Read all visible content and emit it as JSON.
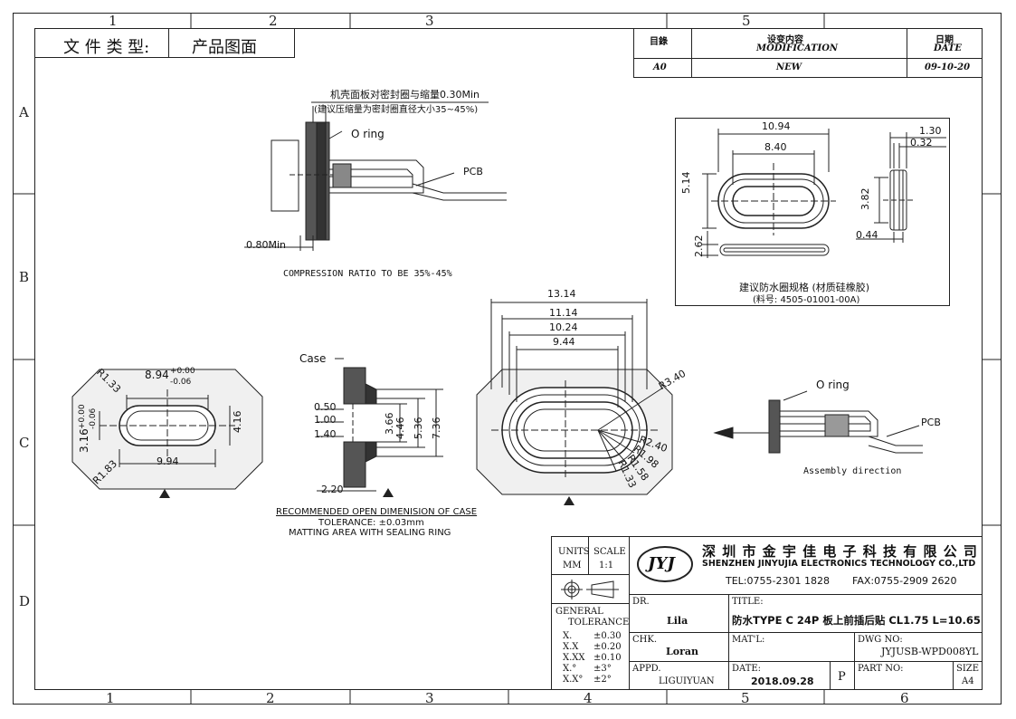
{
  "header": {
    "doc_type_label": "文 件 类 型:",
    "doc_type_value": "产品图面"
  },
  "revision": {
    "col_rev": "目錄",
    "col_mod": "设变内容",
    "col_mod_en": "MODIFICATION",
    "col_date": "日期",
    "col_date_en": "DATE",
    "rev": "A0",
    "mod": "NEW",
    "date": "09-10-20"
  },
  "zones": {
    "cols": [
      "1",
      "2",
      "3",
      "4",
      "5",
      "6"
    ],
    "rows": [
      "A",
      "B",
      "C",
      "D"
    ]
  },
  "notes": {
    "panel_note": "机壳面板对密封圈与缩量0.30Min",
    "panel_note2": "(建议压缩量为密封圈直径大小35~45%)",
    "oring": "O ring",
    "pcb": "PCB",
    "min080": "0.80Min",
    "compression": "COMPRESSION RATIO TO BE 35%-45%",
    "seal_spec": "建议防水圈规格 (材质硅橡胶)",
    "seal_part": "(料号: 4505-01001-00A)",
    "case": "Case",
    "recommended": "RECOMMENDED OPEN DIMENISION OF CASE",
    "tolerance": "TOLERANCE: ±0.03mm",
    "matting": "MATTING AREA WITH SEALING RING",
    "assembly": "Assembly direction",
    "oring2": "O ring",
    "pcb2": "PCB"
  },
  "dims": {
    "ring_w1": "10.94",
    "ring_w2": "8.40",
    "ring_h1": "5.14",
    "ring_h2": "2.62",
    "ring_s1": "1.30",
    "ring_s2": "0.32",
    "ring_s3": "3.82",
    "ring_s4": "0.44",
    "case_w": "8.94",
    "case_w_tol_up": "+0.00",
    "case_w_tol_dn": "-0.06",
    "case_h": "3.16",
    "case_h_tol_up": "+0.00",
    "case_h_tol_dn": "-0.06",
    "case_r1": "R1.33",
    "case_r2": "R1.83",
    "case_w2": "9.94",
    "case_h2": "4.16",
    "sec_050": "0.50",
    "sec_100": "1.00",
    "sec_140": "1.40",
    "sec_366": "3.66",
    "sec_446": "4.46",
    "sec_536": "5.36",
    "sec_736": "7.36",
    "sec_220": "2.20",
    "big_1314": "13.14",
    "big_1114": "11.14",
    "big_1024": "10.24",
    "big_944": "9.44",
    "big_r340": "R3.40",
    "big_r240": "R2.40",
    "big_r198": "R1.98",
    "big_r158": "R1.58",
    "big_r133": "R1.33"
  },
  "titleblock": {
    "units_label": "UNITS",
    "units_value": "MM",
    "scale_label": "SCALE",
    "scale_value": "1:1",
    "logo": "JYJ",
    "company_cn": "深 圳 市 金 宇 佳 电 子 科 技 有 限 公 司",
    "company_en": "SHENZHEN JINYUJIA ELECTRONICS TECHNOLOGY CO.,LTD",
    "tel": "TEL:0755-2301 1828",
    "fax": "FAX:0755-2909 2620",
    "dr_label": "DR.",
    "dr_value": "Lila",
    "title_label": "TITLE:",
    "title_value": "防水TYPE C 24P 板上前插后贴 CL1.75 L=10.65",
    "general_tol": "GENERAL",
    "tolerance_label": "TOLERANCE",
    "tol_rows": [
      {
        "k": "X.",
        "v": "±0.30"
      },
      {
        "k": "X.X",
        "v": "±0.20"
      },
      {
        "k": "X.XX",
        "v": "±0.10"
      },
      {
        "k": "X.°",
        "v": "±3°"
      },
      {
        "k": "X.X°",
        "v": "±2°"
      }
    ],
    "chk_label": "CHK.",
    "chk_value": "Loran",
    "matl_label": "MAT'L:",
    "dwg_label": "DWG NO:",
    "dwg_value": "JYJUSB-WPD008YL",
    "appd_label": "APPD.",
    "appd_value": "LIGUIYUAN",
    "date_label": "DATE:",
    "date_value": "2018.09.28",
    "p_label": "P",
    "part_label": "PART NO:",
    "size_label": "SIZE",
    "size_value": "A4"
  }
}
